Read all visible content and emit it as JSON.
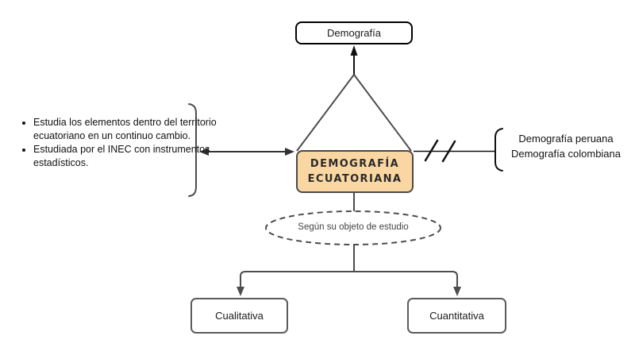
{
  "diagram": {
    "title_box": {
      "label": "Demografía"
    },
    "main_box": {
      "line1": "DEMOGRAFÍA",
      "line2": "ECUATORIANA"
    },
    "left_notes": {
      "items": [
        "Estudia los elementos dentro del territorio ecuatoriano en un continuo cambio.",
        "Estudiada por el INEC con instrumentos estadísticos."
      ]
    },
    "excluded_examples": {
      "items": [
        "Demografía peruana",
        "Demografía colombiana"
      ]
    },
    "classification_ellipse": {
      "label": "Según su objeto de estudio"
    },
    "leaf_boxes": [
      {
        "label": "Cualitativa"
      },
      {
        "label": "Cuantitativa"
      }
    ],
    "colors": {
      "main_box_fill": "#FAD7A2",
      "connector_gray": "#4D4D4D",
      "connector_black": "#111111"
    }
  }
}
